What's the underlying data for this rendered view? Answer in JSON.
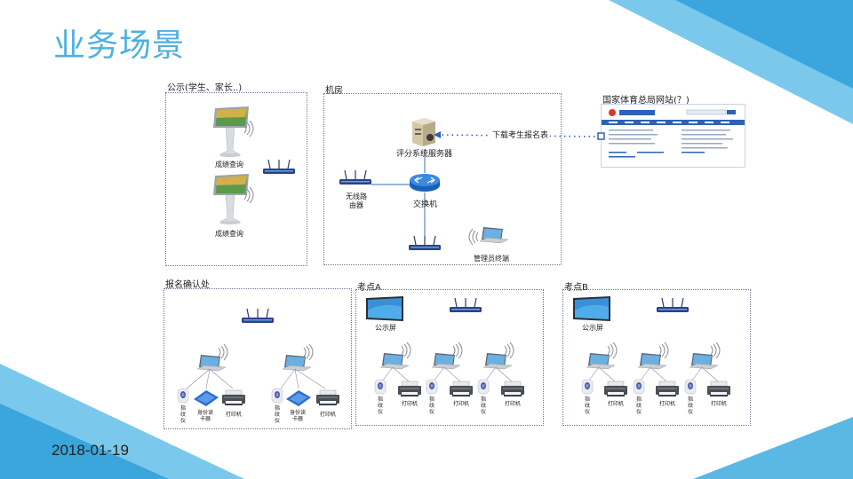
{
  "slide": {
    "title": "业务场景",
    "date": "2018-01-19",
    "accent_color": "#4cb0e0",
    "corner_color": "#3aa6dc"
  },
  "zones": {
    "public": {
      "label": "公示(学生、家长..)",
      "kiosk_label_1": "成绩查询",
      "kiosk_label_2": "成绩查询"
    },
    "server_room": {
      "label": "机房",
      "server_label": "评分系统服务器",
      "router_label": "无线路\n由器",
      "switch_label": "交换机",
      "admin_label": "管理员终端"
    },
    "website": {
      "label": "国家体育总局网站(？)",
      "link_label": "下载考生报名表"
    },
    "registration": {
      "label": "报名确认处",
      "fingerprint_label": "指\n纹\n仪",
      "id_reader_label": "身份读\n卡器",
      "printer_label": "打印机"
    },
    "site_a": {
      "label": "考点A",
      "screen_label": "公示屏",
      "fingerprint_label": "指\n纹\n仪",
      "printer_label": "打印机"
    },
    "site_b": {
      "label": "考点B",
      "screen_label": "公示屏",
      "fingerprint_label": "指\n纹\n仪",
      "printer_label": "打印机"
    }
  },
  "icons": {
    "kiosk": "touch-kiosk-icon",
    "router": "wireless-router-icon",
    "server": "server-icon",
    "switch": "network-switch-icon",
    "laptop": "laptop-icon",
    "printer": "printer-icon",
    "fingerprint": "fingerprint-scanner-icon",
    "id_reader": "id-card-reader-icon",
    "screen": "display-screen-icon"
  }
}
